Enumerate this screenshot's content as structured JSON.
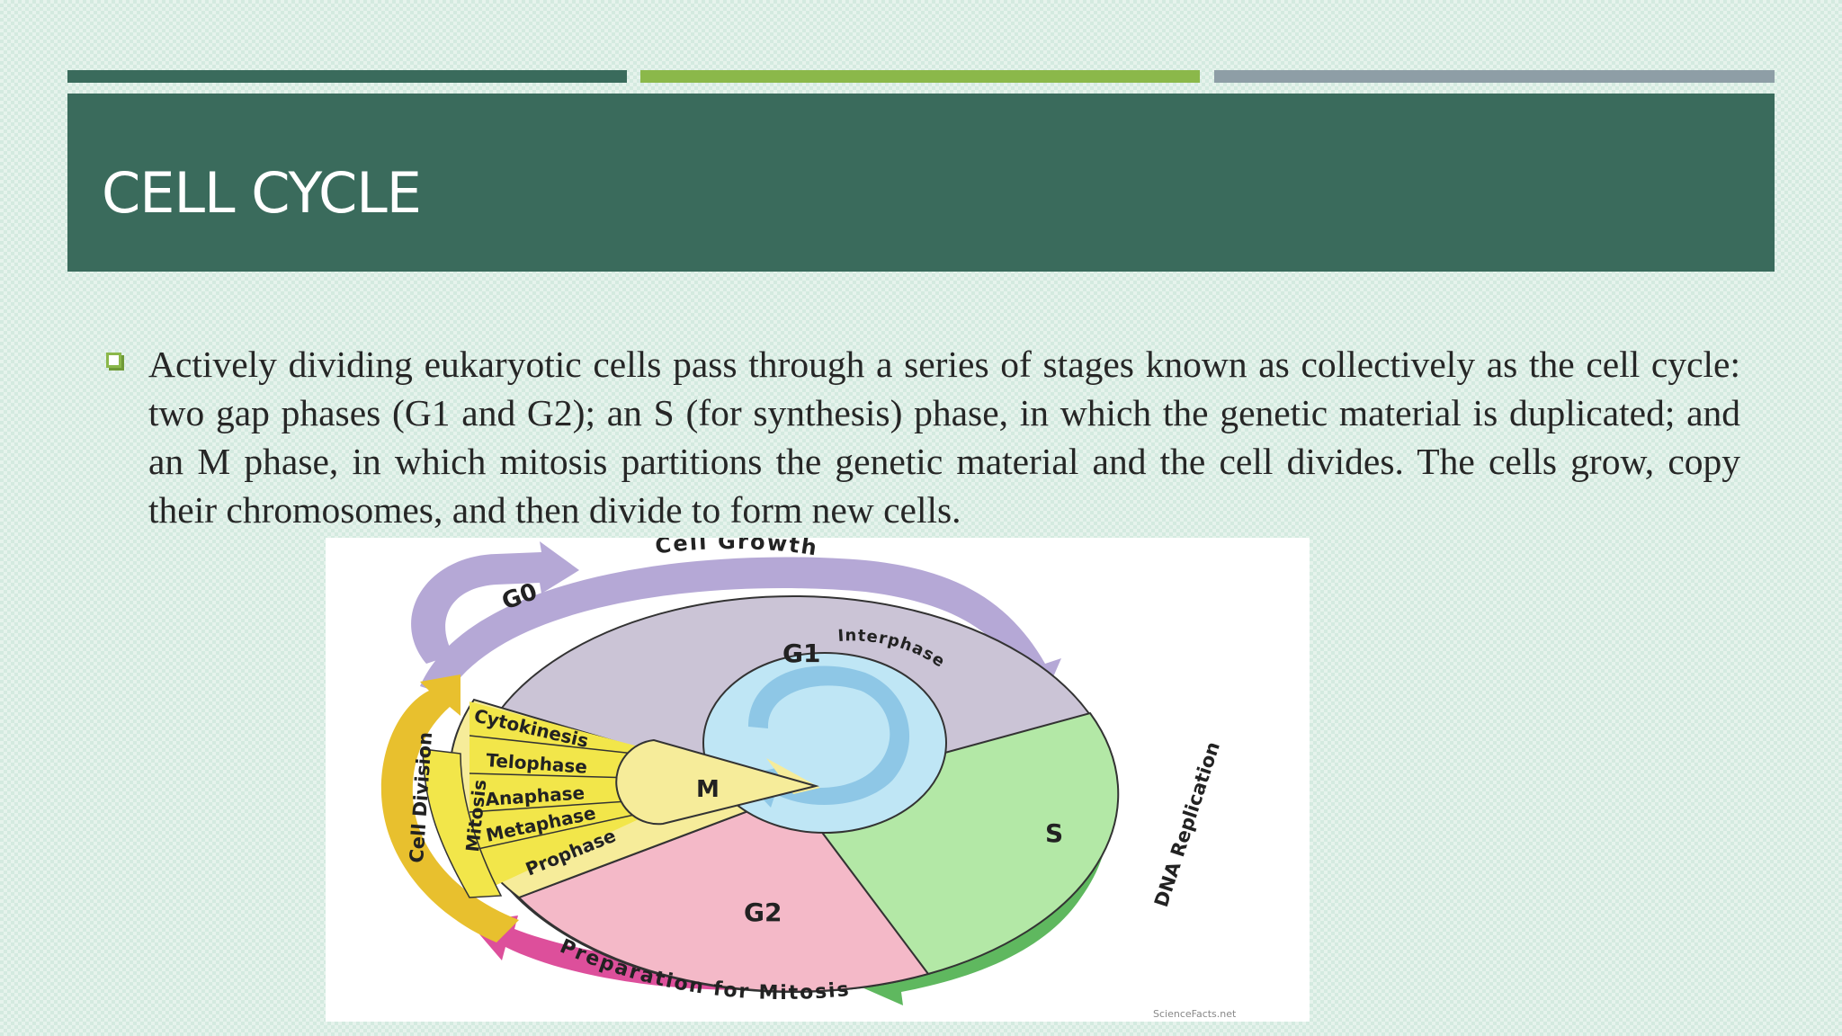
{
  "slide": {
    "title": "CELL CYCLE",
    "bullet_text": "Actively dividing eukaryotic cells pass through a series of stages known as collectively as the cell cycle: two gap phases (G1 and G2); an S (for synthesis) phase, in which the genetic material is duplicated; and an M phase, in which mitosis partitions the genetic material and the cell divides. The cells grow, copy their chromosomes, and then divide to form new cells."
  },
  "colors": {
    "title_band": "#3a6b5c",
    "accent_bar_1": "#3a6b5c",
    "accent_bar_2": "#8bb84a",
    "accent_bar_3": "#8e9ea6",
    "g1": "#cbc4d6",
    "s": "#b3e8a6",
    "g2": "#f4b9c8",
    "m": "#f6ec9a",
    "mitosis_band": "#f2e64a",
    "interphase": "#bfe6f5",
    "arrow_g0": "#b5a8d6",
    "arrow_dna": "#5fb85f",
    "arrow_prep": "#dd4f9b",
    "arrow_division": "#e8c02e"
  },
  "diagram": {
    "outer_labels": {
      "g0": "G0",
      "cell_growth": "Cell Growth",
      "dna_replication": "DNA Replication",
      "preparation": "Preparation for Mitosis",
      "cell_division": "Cell Division"
    },
    "phases": {
      "g1": "G1",
      "s": "S",
      "g2": "G2",
      "m": "M"
    },
    "mitosis_label": "Mitosis",
    "mitosis_stages": [
      "Cytokinesis",
      "Telophase",
      "Anaphase",
      "Metaphase",
      "Prophase"
    ],
    "interphase_label": "Interphase",
    "credit": "ScienceFacts.net"
  }
}
